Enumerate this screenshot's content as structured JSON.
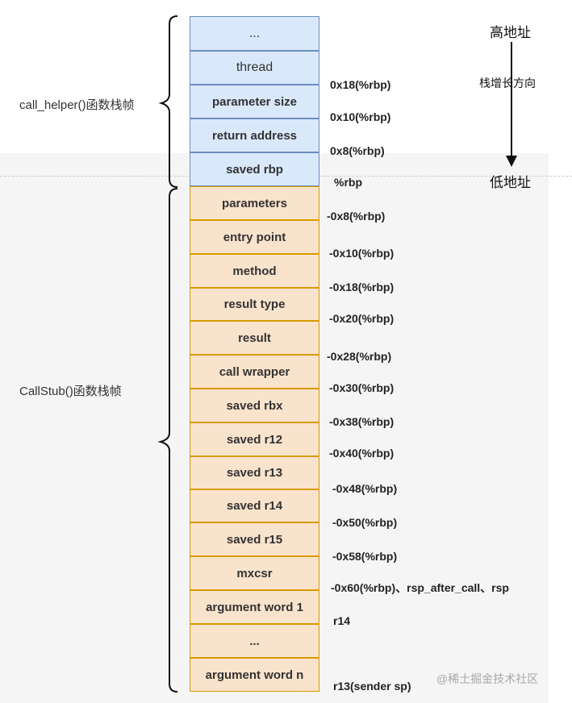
{
  "frames": {
    "call_helper": "call_helper()函数栈帧",
    "callstub": "CallStub()函数栈帧"
  },
  "direction": {
    "high": "高地址",
    "grow": "栈增长方向",
    "low": "低地址"
  },
  "stack_cells": [
    {
      "text": "...",
      "color": "blue"
    },
    {
      "text": "thread",
      "color": "blue"
    },
    {
      "text": "parameter size",
      "color": "blue"
    },
    {
      "text": "return address",
      "color": "blue"
    },
    {
      "text": "saved rbp",
      "color": "blue"
    },
    {
      "text": "parameters",
      "color": "orange"
    },
    {
      "text": "entry point",
      "color": "orange"
    },
    {
      "text": "method",
      "color": "orange"
    },
    {
      "text": "result type",
      "color": "orange"
    },
    {
      "text": "result",
      "color": "orange"
    },
    {
      "text": "call wrapper",
      "color": "orange"
    },
    {
      "text": "saved rbx",
      "color": "orange"
    },
    {
      "text": "saved r12",
      "color": "orange"
    },
    {
      "text": "saved r13",
      "color": "orange"
    },
    {
      "text": "saved r14",
      "color": "orange"
    },
    {
      "text": "saved r15",
      "color": "orange"
    },
    {
      "text": "mxcsr",
      "color": "orange"
    },
    {
      "text": "argument word 1",
      "color": "orange"
    },
    {
      "text": "...",
      "color": "orange"
    },
    {
      "text": "argument word n",
      "color": "orange"
    }
  ],
  "offsets": [
    "0x18(%rbp)",
    "0x10(%rbp)",
    "0x8(%rbp)",
    "%rbp",
    "-0x8(%rbp)",
    "-0x10(%rbp)",
    "-0x18(%rbp)",
    "-0x20(%rbp)",
    "-0x28(%rbp)",
    "-0x30(%rbp)",
    "-0x38(%rbp)",
    "-0x40(%rbp)",
    "-0x48(%rbp)",
    "-0x50(%rbp)",
    "-0x58(%rbp)",
    "-0x60(%rbp)、rsp_after_call、rsp",
    "r14",
    "r13(sender sp)"
  ],
  "colors": {
    "blue_fill": "#dae8fc",
    "blue_border": "#6c8ebf",
    "orange_fill": "#fae3cc",
    "orange_border": "#d79b00"
  },
  "watermark": "@稀土掘金技术社区"
}
